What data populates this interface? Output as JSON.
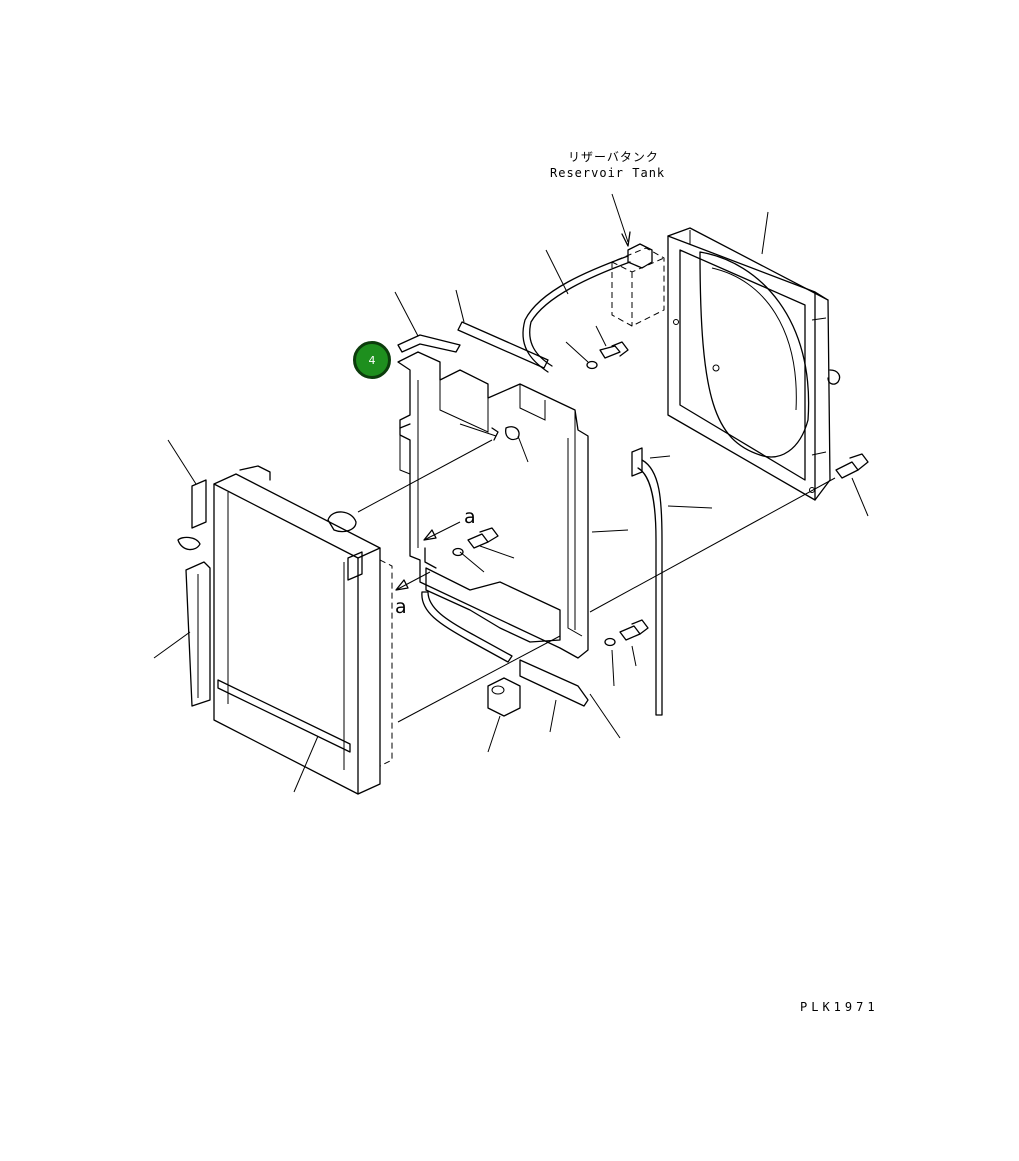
{
  "labels": {
    "reservoir_jp": "リザーバタンク",
    "reservoir_en": "Reservoir Tank",
    "view_a_upper": "a",
    "view_a_lower": "a",
    "drawing_code": "PLK1971"
  },
  "callouts": [
    {
      "number": "4",
      "color": "#1e8f1e"
    }
  ]
}
